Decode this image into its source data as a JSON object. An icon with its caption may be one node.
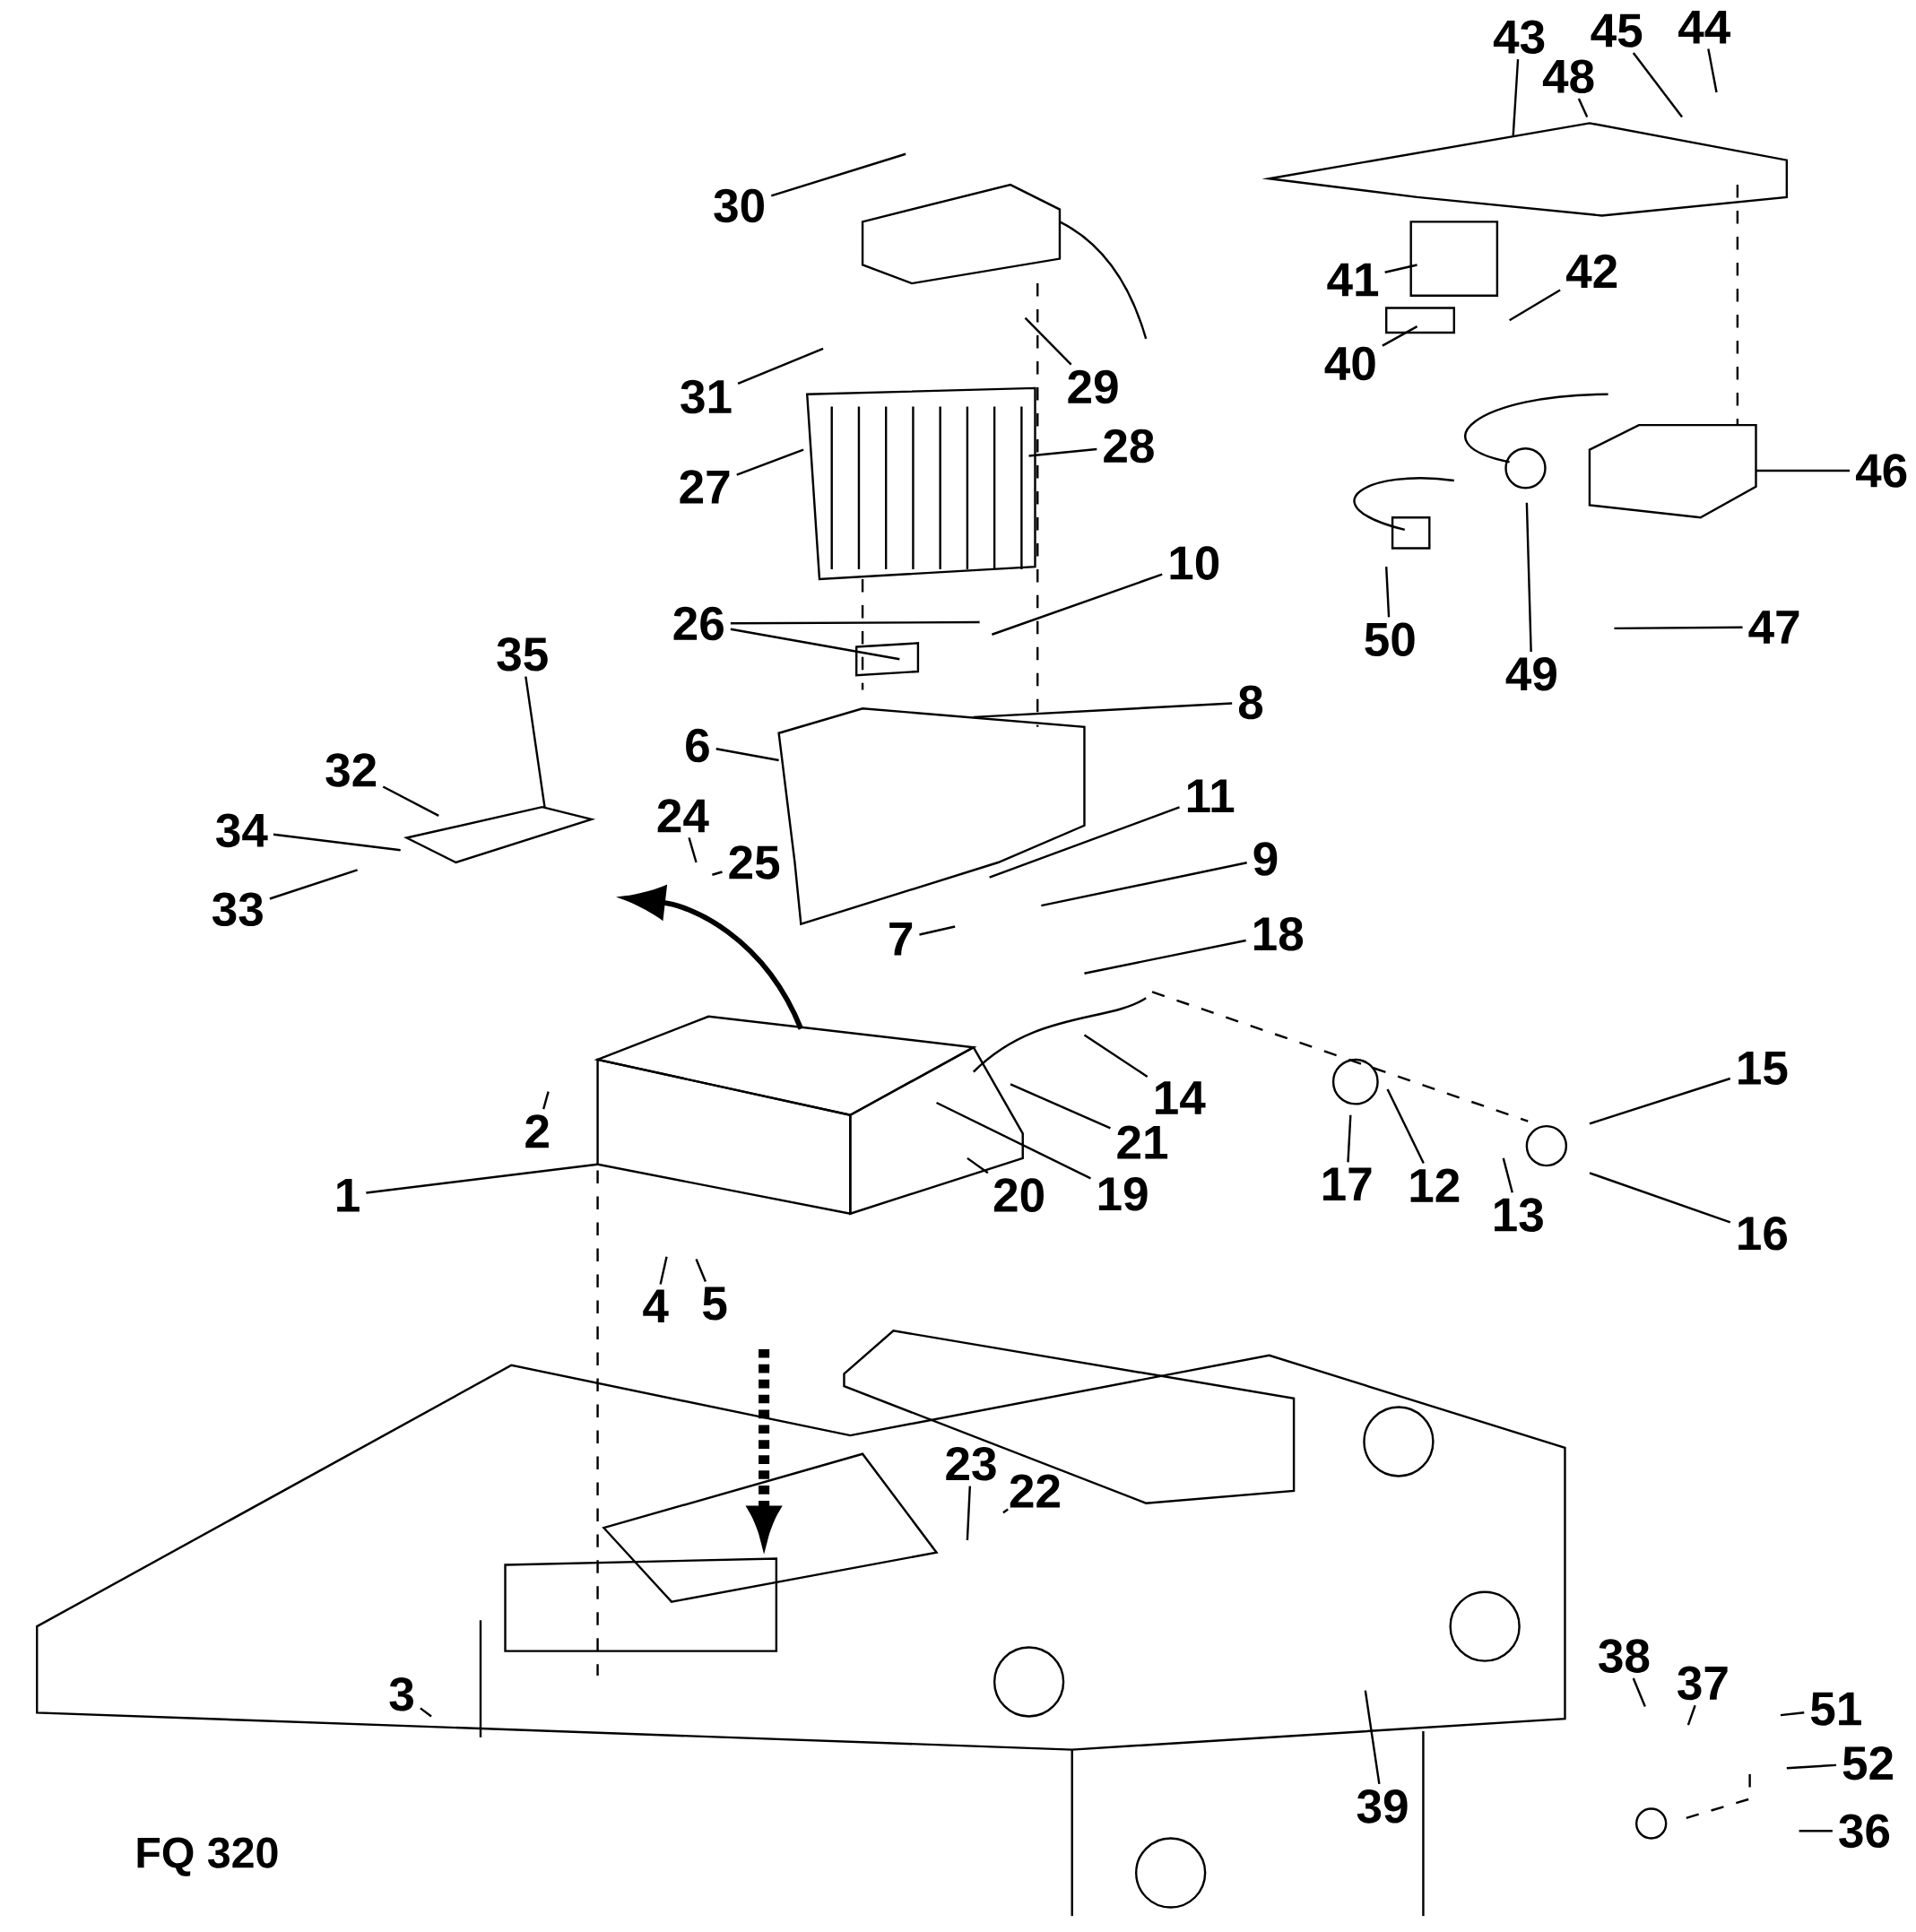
{
  "diagram": {
    "nodes": [
      {
        "text": [
          "1"
        ]
      },
      {
        "text": [
          "2"
        ]
      },
      {
        "text": [
          "3"
        ]
      },
      {
        "text": [
          "4"
        ]
      },
      {
        "text": [
          "5"
        ]
      },
      {
        "text": [
          "6"
        ]
      },
      {
        "text": [
          "7"
        ]
      },
      {
        "text": [
          "8"
        ]
      },
      {
        "text": [
          "9"
        ]
      },
      {
        "text": [
          "10"
        ]
      },
      {
        "text": [
          "11"
        ]
      },
      {
        "text": [
          "12"
        ]
      },
      {
        "text": [
          "13"
        ]
      },
      {
        "text": [
          "14"
        ]
      },
      {
        "text": [
          "15"
        ]
      },
      {
        "text": [
          "16"
        ]
      },
      {
        "text": [
          "17"
        ]
      },
      {
        "text": [
          "18"
        ]
      },
      {
        "text": [
          "19"
        ]
      },
      {
        "text": [
          "20"
        ]
      },
      {
        "text": [
          "21"
        ]
      },
      {
        "text": [
          "22"
        ]
      },
      {
        "text": [
          "23"
        ]
      },
      {
        "text": [
          "24"
        ]
      },
      {
        "text": [
          "25"
        ]
      },
      {
        "text": [
          "26"
        ]
      },
      {
        "text": [
          "27"
        ]
      },
      {
        "text": [
          "28"
        ]
      },
      {
        "text": [
          "29"
        ]
      },
      {
        "text": [
          "30"
        ]
      },
      {
        "text": [
          "31"
        ]
      },
      {
        "text": [
          "32"
        ]
      },
      {
        "text": [
          "33"
        ]
      },
      {
        "text": [
          "34"
        ]
      },
      {
        "text": [
          "35"
        ]
      },
      {
        "text": [
          "36"
        ]
      },
      {
        "text": [
          "37"
        ]
      },
      {
        "text": [
          "38"
        ]
      },
      {
        "text": [
          "39"
        ]
      },
      {
        "text": [
          "40"
        ]
      },
      {
        "text": [
          "41"
        ]
      },
      {
        "text": [
          "42"
        ]
      },
      {
        "text": [
          "43"
        ]
      },
      {
        "text": [
          "44"
        ]
      },
      {
        "text": [
          "45"
        ]
      },
      {
        "text": [
          "46"
        ]
      },
      {
        "text": [
          "47"
        ]
      },
      {
        "text": [
          "48"
        ]
      },
      {
        "text": [
          "49"
        ]
      },
      {
        "text": [
          "50"
        ]
      },
      {
        "text": [
          "51"
        ]
      },
      {
        "text": [
          "52"
        ]
      }
    ],
    "edges": [
      {
        "from": 0,
        "to": null,
        "arrow": "none"
      },
      {
        "from": 1,
        "to": null,
        "arrow": "none"
      },
      {
        "from": 2,
        "to": null,
        "arrow": "none"
      },
      {
        "from": 3,
        "to": null,
        "arrow": "none"
      },
      {
        "from": 4,
        "to": null,
        "arrow": "none"
      },
      {
        "from": 5,
        "to": null,
        "arrow": "none"
      },
      {
        "from": 6,
        "to": null,
        "arrow": "none"
      },
      {
        "from": 7,
        "to": null,
        "arrow": "none"
      },
      {
        "from": 8,
        "to": null,
        "arrow": "none"
      },
      {
        "from": 9,
        "to": null,
        "arrow": "none"
      },
      {
        "from": 10,
        "to": null,
        "arrow": "none"
      },
      {
        "from": 11,
        "to": null,
        "arrow": "none"
      },
      {
        "from": 12,
        "to": null,
        "arrow": "none"
      },
      {
        "from": 13,
        "to": null,
        "arrow": "none"
      },
      {
        "from": 14,
        "to": null,
        "arrow": "none"
      },
      {
        "from": 15,
        "to": null,
        "arrow": "none"
      },
      {
        "from": 16,
        "to": null,
        "arrow": "none"
      },
      {
        "from": 17,
        "to": null,
        "arrow": "none"
      },
      {
        "from": 18,
        "to": null,
        "arrow": "none"
      },
      {
        "from": 19,
        "to": null,
        "arrow": "none"
      },
      {
        "from": 20,
        "to": null,
        "arrow": "none"
      },
      {
        "from": 21,
        "to": null,
        "arrow": "none"
      },
      {
        "from": 22,
        "to": null,
        "arrow": "none"
      },
      {
        "from": 23,
        "to": null,
        "arrow": "none"
      },
      {
        "from": 24,
        "to": null,
        "arrow": "none"
      },
      {
        "from": 25,
        "to": null,
        "arrow": "none"
      },
      {
        "from": 25,
        "to": null,
        "arrow": "none"
      },
      {
        "from": 26,
        "to": null,
        "arrow": "none"
      },
      {
        "from": 27,
        "to": null,
        "arrow": "none"
      },
      {
        "from": 28,
        "to": null,
        "arrow": "none"
      },
      {
        "from": 29,
        "to": null,
        "arrow": "none"
      },
      {
        "from": 30,
        "to": null,
        "arrow": "none"
      },
      {
        "from": 31,
        "to": null,
        "arrow": "none"
      },
      {
        "from": 32,
        "to": null,
        "arrow": "none"
      },
      {
        "from": 33,
        "to": null,
        "arrow": "none"
      },
      {
        "from": 34,
        "to": null,
        "arrow": "none"
      },
      {
        "from": 35,
        "to": null,
        "arrow": "none"
      },
      {
        "from": 36,
        "to": null,
        "arrow": "none"
      },
      {
        "from": 37,
        "to": null,
        "arrow": "none"
      },
      {
        "from": 38,
        "to": null,
        "arrow": "none"
      },
      {
        "from": 39,
        "to": null,
        "arrow": "none"
      },
      {
        "from": 40,
        "to": null,
        "arrow": "none"
      },
      {
        "from": 41,
        "to": null,
        "arrow": "none"
      },
      {
        "from": 42,
        "to": null,
        "arrow": "none"
      },
      {
        "from": 43,
        "to": null,
        "arrow": "none"
      },
      {
        "from": 44,
        "to": null,
        "arrow": "none"
      },
      {
        "from": 45,
        "to": null,
        "arrow": "none"
      },
      {
        "from": 46,
        "to": null,
        "arrow": "none"
      },
      {
        "from": 47,
        "to": null,
        "arrow": "none"
      },
      {
        "from": 48,
        "to": null,
        "arrow": "none"
      },
      {
        "from": 49,
        "to": null,
        "arrow": "none"
      },
      {
        "from": 50,
        "to": null,
        "arrow": "none"
      },
      {
        "from": 51,
        "to": null,
        "arrow": "none"
      }
    ],
    "labels": [
      "FQ 320"
    ]
  }
}
